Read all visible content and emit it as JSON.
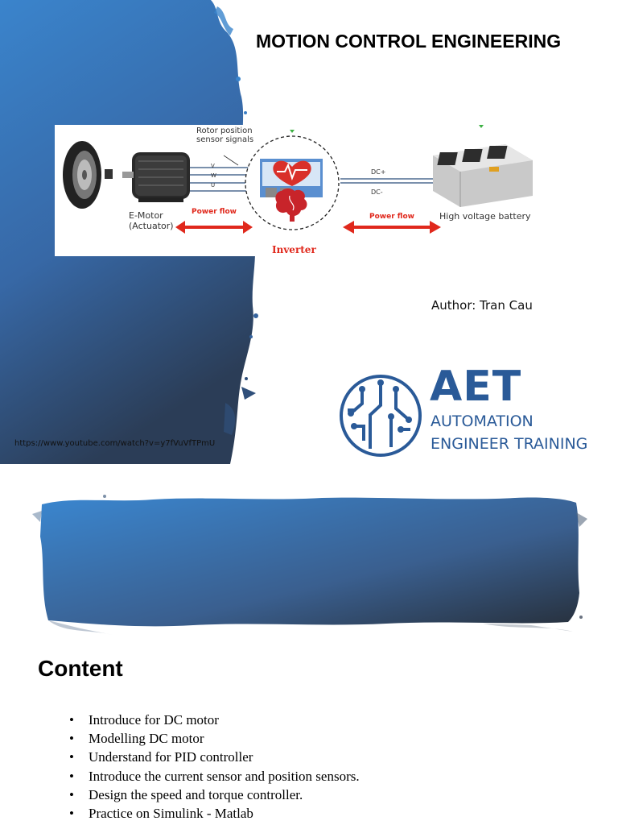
{
  "slide1": {
    "title": "MOTION CONTROL ENGINEERING",
    "diagram": {
      "rotor_label_1": "Rotor position",
      "rotor_label_2": "sensor signals",
      "phase_v": "V",
      "phase_w": "W",
      "phase_u": "U",
      "emotor_label_1": "E-Motor",
      "emotor_label_2": "(Actuator)",
      "power_flow_left": "Power flow",
      "power_flow_right": "Power flow",
      "inverter_label": "Inverter",
      "dc_plus": "DC+",
      "dc_minus": "DC-",
      "battery_label": "High voltage battery"
    },
    "author": "Author: Tran Cau",
    "logo": {
      "short": "AET",
      "line1": "AUTOMATION",
      "line2": "ENGINEER TRAINING"
    },
    "url": "https://www.youtube.com/watch?v=y7fVuVfTPmU",
    "colors": {
      "splash": "#3a7cc4",
      "brand": "#2a5a98",
      "accent_red": "#e0281c"
    }
  },
  "slide2": {
    "heading": "Content",
    "bullets": [
      "Introduce for DC motor",
      "Modelling DC motor",
      "Understand for PID controller",
      "Introduce the current sensor and position sensors.",
      "Design the speed and torque controller.",
      "Practice on Simulink - Matlab"
    ]
  }
}
